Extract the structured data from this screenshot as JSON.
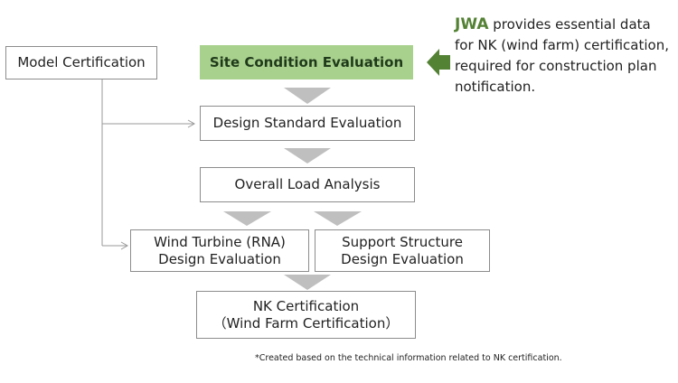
{
  "boxes": {
    "model_certification": "Model Certification",
    "site_condition_evaluation": "Site Condition Evaluation",
    "design_standard_evaluation": "Design Standard  Evaluation",
    "overall_load_analysis": "Overall Load Analysis",
    "wind_turbine": {
      "line1": "Wind Turbine (RNA)",
      "line2": "Design Evaluation"
    },
    "support_structure": {
      "line1": "Support Structure",
      "line2": "Design Evaluation"
    },
    "nk_certification": {
      "line1": "NK Certification",
      "line2": "（Wind Farm Certification）"
    }
  },
  "note": {
    "brand": "JWA",
    "text": " provides essential  data for NK (wind farm) certification, required for construction plan notification."
  },
  "footnote": "*Created based on the technical information related to NK certification.",
  "colors": {
    "highlight": "#a9d18e",
    "brand_green": "#548235",
    "flow_arrow": "#bfbfbf",
    "border": "#8c8c8c"
  }
}
